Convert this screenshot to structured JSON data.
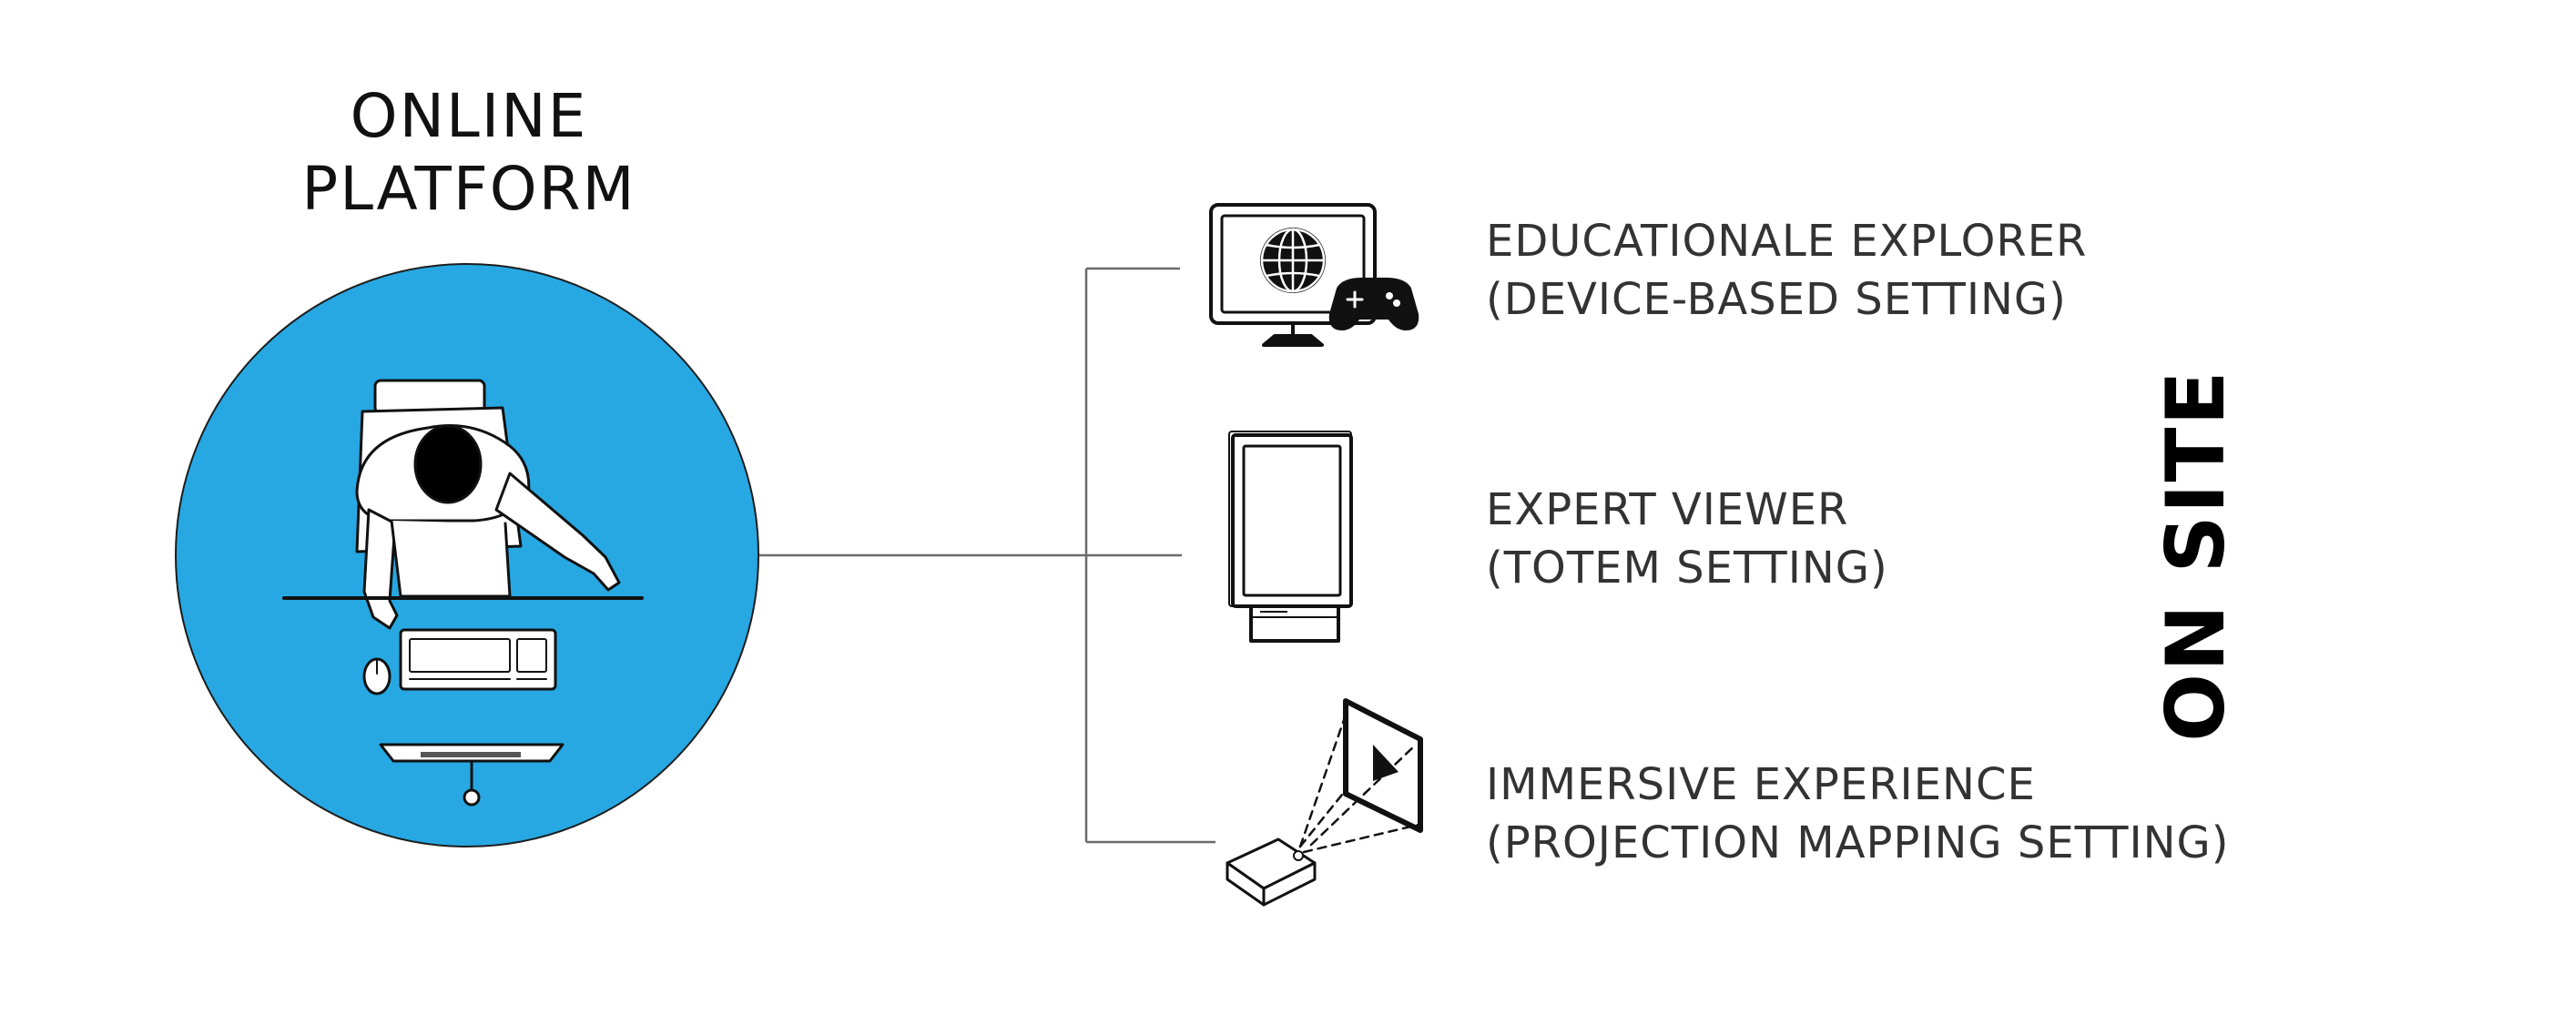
{
  "platform": {
    "title_line1": "ONLINE",
    "title_line2": "PLATFORM",
    "illustration": "person-at-desk-top-view",
    "circle_color": "#27A8E3"
  },
  "settings": [
    {
      "name": "EDUCATIONALE EXPLORER",
      "setting": "(DEVICE-BASED SETTING)",
      "icon": "monitor-gamepad-icon"
    },
    {
      "name": "EXPERT VIEWER",
      "setting": "(TOTEM SETTING)",
      "icon": "totem-icon"
    },
    {
      "name": "IMMERSIVE EXPERIENCE",
      "setting": "(PROJECTION MAPPING SETTING)",
      "icon": "projector-icon"
    }
  ],
  "side_label": "ON SITE"
}
